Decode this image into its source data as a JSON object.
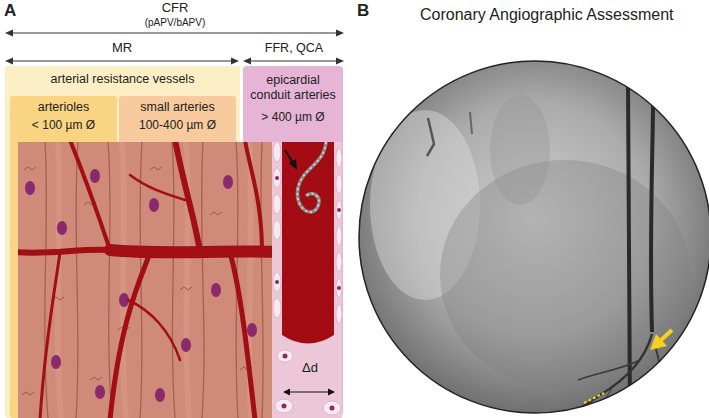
{
  "diagram": {
    "nodes": [
      {
        "text": [
          "arterial resistance vessels"
        ]
      },
      {
        "text": [
          "arterioles",
          "< 100 µm Ø"
        ],
        "in": 0
      },
      {
        "text": [
          "small arteries",
          "100-400 µm Ø"
        ],
        "in": 0
      },
      {
        "text": [
          "epicardial conduit arteries",
          "> 400 µm Ø"
        ]
      }
    ],
    "labels": [
      "A",
      "CFR",
      "(pAPV/bAPV)",
      "MR",
      "FFR, QCA",
      "Δd",
      "B",
      "Coronary Angiographic Assessment"
    ]
  }
}
